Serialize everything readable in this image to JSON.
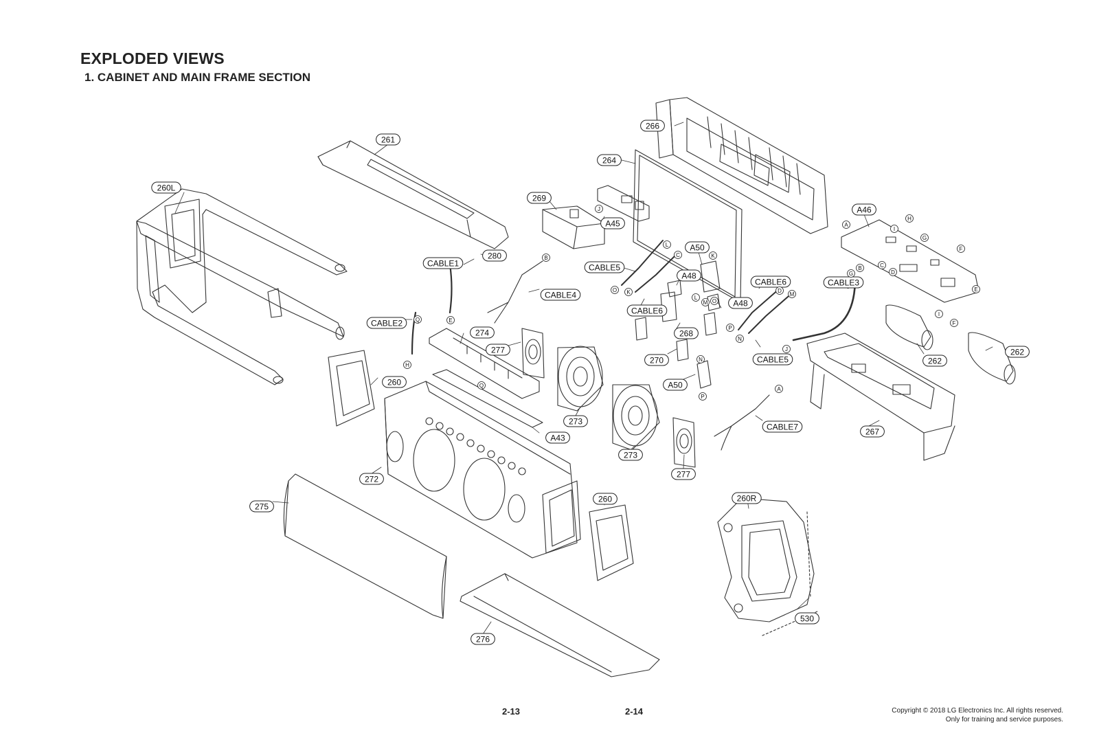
{
  "document": {
    "title": "EXPLODED VIEWS",
    "section": "1. CABINET AND MAIN FRAME SECTION",
    "page_left": "2-13",
    "page_right": "2-14",
    "copyright_line1": "Copyright © 2018 LG Electronics Inc. All rights reserved.",
    "copyright_line2": "Only for training and service purposes."
  },
  "part_labels": [
    {
      "id": "p261",
      "text": "261"
    },
    {
      "id": "p266",
      "text": "266"
    },
    {
      "id": "p264",
      "text": "264"
    },
    {
      "id": "p260L",
      "text": "260L"
    },
    {
      "id": "p269",
      "text": "269"
    },
    {
      "id": "pA45",
      "text": "A45"
    },
    {
      "id": "pA46",
      "text": "A46"
    },
    {
      "id": "pA50a",
      "text": "A50"
    },
    {
      "id": "pCABLE5a",
      "text": "CABLE5"
    },
    {
      "id": "pA48a",
      "text": "A48"
    },
    {
      "id": "pCABLE6a",
      "text": "CABLE6"
    },
    {
      "id": "pCABLE3",
      "text": "CABLE3"
    },
    {
      "id": "pCABLE1",
      "text": "CABLE1"
    },
    {
      "id": "p280",
      "text": "280"
    },
    {
      "id": "pCABLE4",
      "text": "CABLE4"
    },
    {
      "id": "pCABLE6b",
      "text": "CABLE6"
    },
    {
      "id": "pA48b",
      "text": "A48"
    },
    {
      "id": "pCABLE2",
      "text": "CABLE2"
    },
    {
      "id": "p274",
      "text": "274"
    },
    {
      "id": "p268",
      "text": "268"
    },
    {
      "id": "p277a",
      "text": "277"
    },
    {
      "id": "p270",
      "text": "270"
    },
    {
      "id": "pCABLE5b",
      "text": "CABLE5"
    },
    {
      "id": "p262a",
      "text": "262"
    },
    {
      "id": "p262b",
      "text": "262"
    },
    {
      "id": "p260a",
      "text": "260"
    },
    {
      "id": "pA50b",
      "text": "A50"
    },
    {
      "id": "p273a",
      "text": "273"
    },
    {
      "id": "pCABLE7",
      "text": "CABLE7"
    },
    {
      "id": "p267",
      "text": "267"
    },
    {
      "id": "pA43",
      "text": "A43"
    },
    {
      "id": "p273b",
      "text": "273"
    },
    {
      "id": "p277b",
      "text": "277"
    },
    {
      "id": "p272",
      "text": "272"
    },
    {
      "id": "p260b",
      "text": "260"
    },
    {
      "id": "p260R",
      "text": "260R"
    },
    {
      "id": "p275",
      "text": "275"
    },
    {
      "id": "p530",
      "text": "530"
    },
    {
      "id": "p276",
      "text": "276"
    }
  ],
  "connector_letters": [
    {
      "id": "cJ1",
      "text": "J"
    },
    {
      "id": "cB1",
      "text": "B"
    },
    {
      "id": "cE1",
      "text": "E"
    },
    {
      "id": "cQ1",
      "text": "Q"
    },
    {
      "id": "cH1",
      "text": "H"
    },
    {
      "id": "cQ2",
      "text": "Q"
    },
    {
      "id": "cL1",
      "text": "L"
    },
    {
      "id": "cC1",
      "text": "C"
    },
    {
      "id": "cO1",
      "text": "O"
    },
    {
      "id": "cK1",
      "text": "K"
    },
    {
      "id": "cK2",
      "text": "K"
    },
    {
      "id": "cO2",
      "text": "O"
    },
    {
      "id": "cL2",
      "text": "L"
    },
    {
      "id": "cM1",
      "text": "M"
    },
    {
      "id": "cD1",
      "text": "D"
    },
    {
      "id": "cM2",
      "text": "M"
    },
    {
      "id": "cP1",
      "text": "P"
    },
    {
      "id": "cN1",
      "text": "N"
    },
    {
      "id": "cG1",
      "text": "G"
    },
    {
      "id": "cJ2",
      "text": "J"
    },
    {
      "id": "cA1",
      "text": "A"
    },
    {
      "id": "cI1",
      "text": "I"
    },
    {
      "id": "cH2",
      "text": "H"
    },
    {
      "id": "cG2",
      "text": "G"
    },
    {
      "id": "cF1",
      "text": "F"
    },
    {
      "id": "cB2",
      "text": "B"
    },
    {
      "id": "cC2",
      "text": "C"
    },
    {
      "id": "cD2",
      "text": "D"
    },
    {
      "id": "cE2",
      "text": "E"
    },
    {
      "id": "cI2",
      "text": "I"
    },
    {
      "id": "cF2",
      "text": "F"
    },
    {
      "id": "cN2",
      "text": "N"
    },
    {
      "id": "cP2",
      "text": "P"
    },
    {
      "id": "cA2",
      "text": "A"
    }
  ]
}
